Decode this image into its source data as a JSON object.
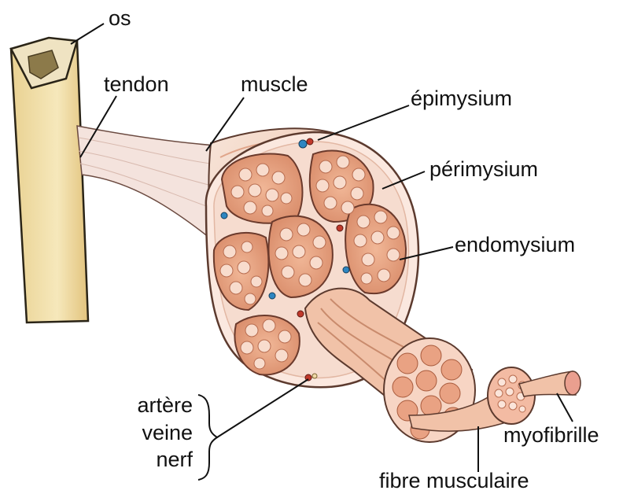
{
  "labels": {
    "os": "os",
    "tendon": "tendon",
    "muscle": "muscle",
    "epimysium": "épimysium",
    "perimysium": "périmysium",
    "endomysium": "endomysium",
    "artere": "artère",
    "veine": "veine",
    "nerf": "nerf",
    "fibre_musculaire": "fibre musculaire",
    "myofibrille": "myofibrille"
  },
  "colors": {
    "bone": "#f2dfa6",
    "bone_outline": "#2a2417",
    "tendon": "#f3e2dc",
    "muscle_sheath": "#f0c9b4",
    "fascicle": "#e8a686",
    "fiber": "#f6d8c9",
    "artery": "#c0392b",
    "vein": "#2e86c1"
  }
}
